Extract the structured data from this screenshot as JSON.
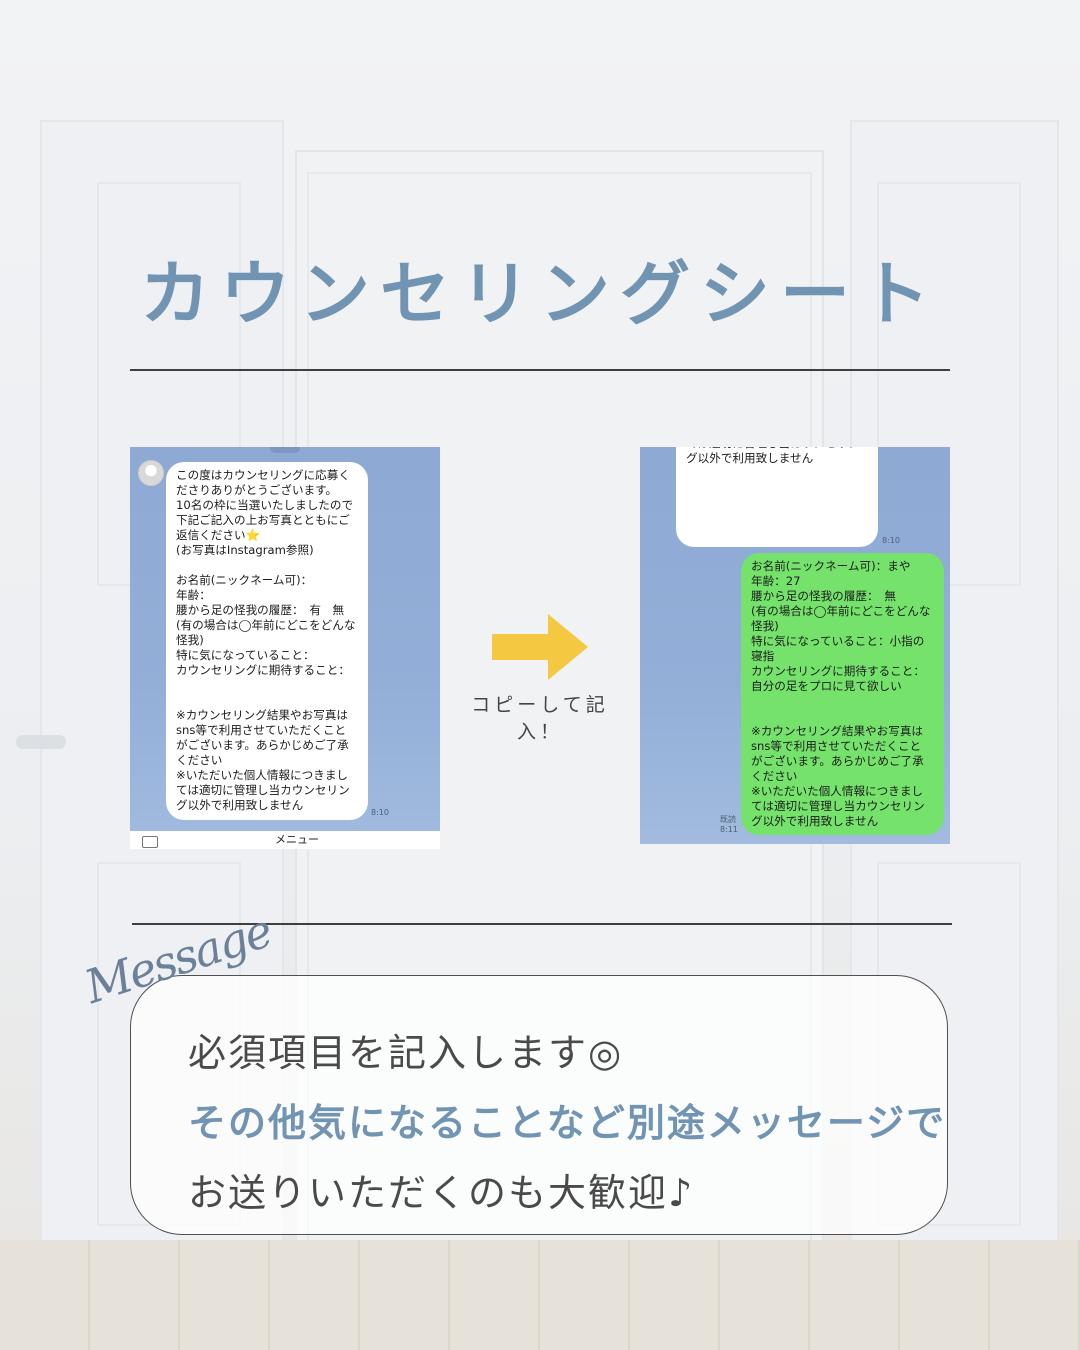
{
  "title": "カウンセリングシート",
  "left_chat": {
    "bubble_text": "この度はカウンセリングに応募く\nださりありがとうございます。\n10名の枠に当選いたしましたので\n下記ご記入の上お写真とともにご\n返信ください⭐\n(お写真はInstagram参照)\n\nお名前(ニックネーム可)：\n年齢：\n腰から足の怪我の履歴：　有　無\n(有の場合は◯年前にどこをどんな\n怪我)\n特に気になっていること：\nカウンセリングに期待すること：\n\n\n※カウンセリング結果やお写真は\n sns等で利用させていただくこと\nがございます。あらかじめご了承\nください\n※いただいた個人情報につきまし\nては適切に管理し当カウンセリン\nグ以外で利用致しません",
    "time": "8:10",
    "menu_label": "メニュー"
  },
  "right_chat": {
    "top_bubble_text": "※カウンセリング結果やお写真は\n sns等で利用させていただくこと\nがございます。あらかじめご了承\nください\n※いただいた個人情報につきまし\nては適切に管理し当カウンセリン\nグ以外で利用致しません",
    "top_time": "8:10",
    "reply_text": "お名前(ニックネーム可)：まや\n年齢：27\n腰から足の怪我の履歴：　無\n(有の場合は◯年前にどこをどんな\n怪我)\n特に気になっていること：小指の\n寝指\nカウンセリングに期待すること：\n自分の足をプロに見て欲しい\n\n\n※カウンセリング結果やお写真は\n sns等で利用させていただくこと\nがございます。あらかじめご了承\nください\n※いただいた個人情報につきまし\nては適切に管理し当カウンセリン\nグ以外で利用致しません",
    "read_label": "既読",
    "reply_time": "8:11"
  },
  "arrow_caption": "コピーして記入！",
  "message": {
    "script_label": "Message",
    "line1": "必須項目を記入します◎",
    "line2": "その他気になることなど別途メッセージで",
    "line3": "お送りいただくのも大歓迎♪"
  },
  "colors": {
    "accent": "#7294b3",
    "arrow": "#f5c842",
    "chat_bg": "#8ea9d4",
    "reply_bubble": "#74e26b"
  },
  "icons": [
    "right-arrow-icon",
    "menu-grid-icon",
    "avatar"
  ]
}
